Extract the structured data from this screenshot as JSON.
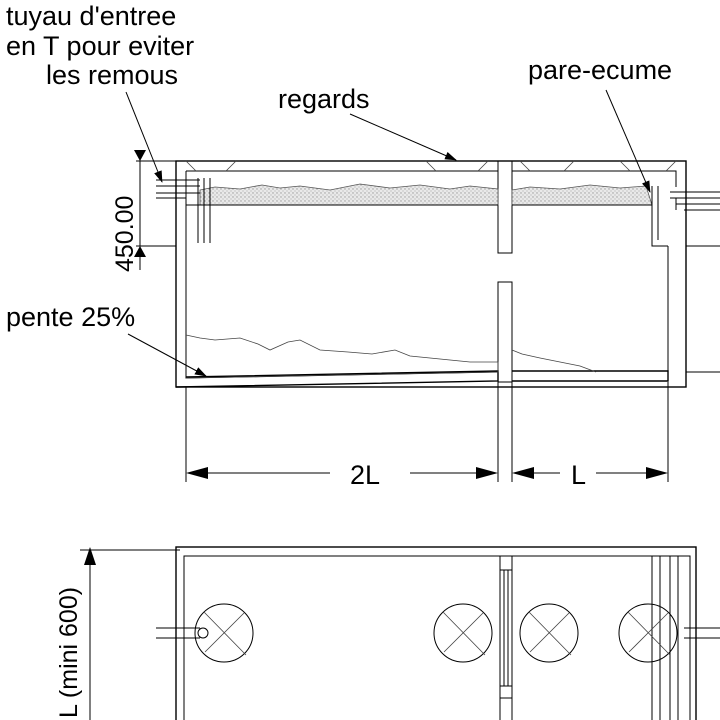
{
  "labels": {
    "inlet_line1": "tuyau d'entree",
    "inlet_line2": "en T pour eviter",
    "inlet_line3": "les remous",
    "manholes": "regards",
    "scum_baffle": "pare-ecume",
    "height_dim": "450.00",
    "slope": "pente 25%",
    "length_2L": "2L",
    "length_L": "L",
    "width_dim": "L (mini 600)"
  }
}
